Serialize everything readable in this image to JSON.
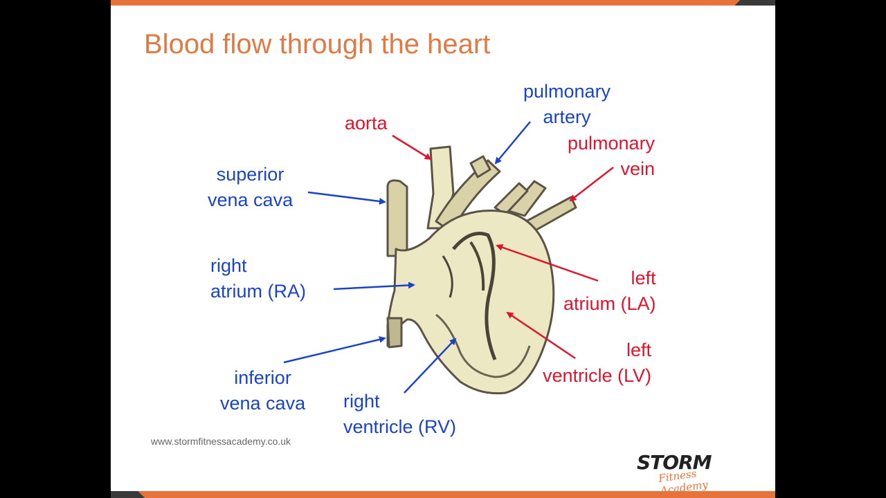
{
  "title": "Blood flow through the heart",
  "website": "www.stormfitnessacademy.co.uk",
  "logo": {
    "word": "STORM",
    "sub": "Fitness Academy"
  },
  "colors": {
    "accent": "#e8733a",
    "title": "#e07a45",
    "deoxygenated_label": "#1a44c8",
    "oxygenated_label": "#e0142c",
    "heart_fill": "#ece8c4",
    "heart_outline": "#5a5346"
  },
  "labels": {
    "aorta": [
      "aorta"
    ],
    "pulmonary_artery": [
      "pulmonary",
      "artery"
    ],
    "pulmonary_vein": [
      "pulmonary",
      "vein"
    ],
    "superior_vena_cava": [
      "superior",
      "vena cava"
    ],
    "right_atrium": [
      "right",
      "atrium (RA)"
    ],
    "left_atrium": [
      "left",
      "atrium (LA)"
    ],
    "inferior_vena_cava": [
      "inferior",
      "vena cava"
    ],
    "right_ventricle": [
      "right",
      "ventricle (RV)"
    ],
    "left_ventricle": [
      "left",
      "ventricle (LV)"
    ]
  }
}
